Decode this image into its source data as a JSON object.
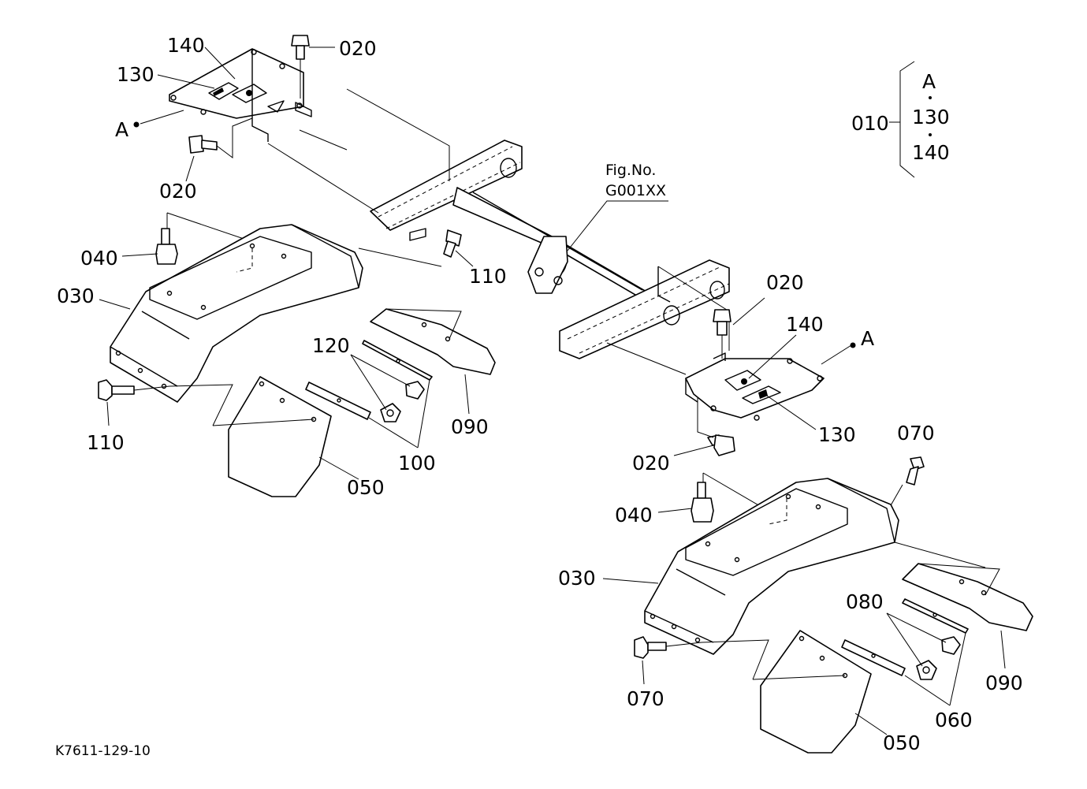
{
  "diagram": {
    "drawing_code": "K7611-129-10",
    "fig_ref": {
      "line1": "Fig.No.",
      "line2": "G001XX"
    },
    "set_legend": {
      "part": "010",
      "items": [
        "A",
        "130",
        "140"
      ]
    },
    "marker_a": "A",
    "callouts": {
      "left_020_top": "020",
      "left_140": "140",
      "left_130": "130",
      "left_a": "A",
      "left_020_mid": "020",
      "left_040": "040",
      "left_030": "030",
      "left_110_right": "110",
      "left_110_left": "110",
      "left_120": "120",
      "left_090": "090",
      "left_100": "100",
      "left_050": "050",
      "right_020_top": "020",
      "right_140": "140",
      "right_a": "A",
      "right_130": "130",
      "right_020_bottom": "020",
      "right_070_top": "070",
      "right_040": "040",
      "right_030": "030",
      "right_080": "080",
      "right_070_bottom": "070",
      "right_090": "090",
      "right_060": "060",
      "right_050": "050"
    }
  }
}
